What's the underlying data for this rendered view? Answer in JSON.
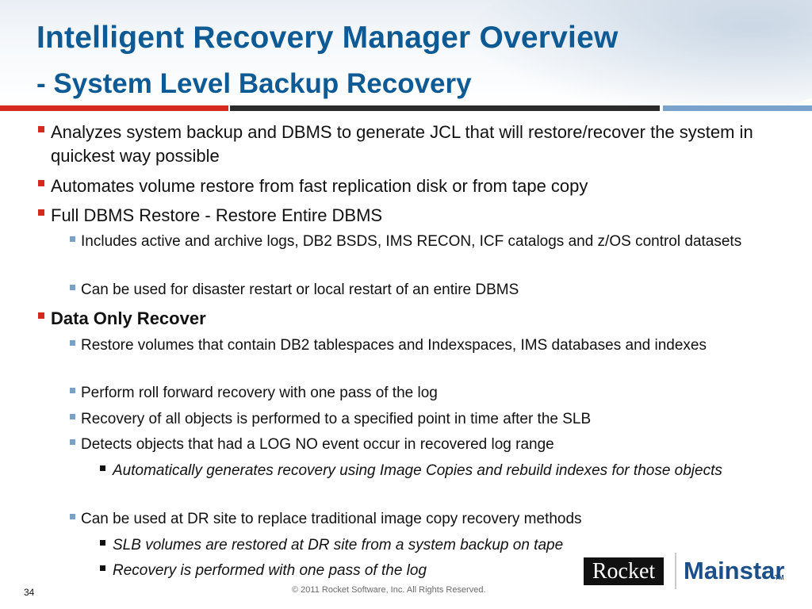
{
  "title": {
    "line1": "Intelligent Recovery Manager Overview",
    "line2": "- System Level Backup Recovery"
  },
  "bullets": [
    {
      "level": 1,
      "text": "Analyzes system backup and DBMS to generate JCL that will restore/recover the system in quickest way possible"
    },
    {
      "level": 1,
      "text": "Automates volume restore from fast replication disk or from tape copy"
    },
    {
      "level": 1,
      "text": "Full DBMS Restore - Restore Entire DBMS"
    },
    {
      "level": 2,
      "text": "Includes  active and archive logs, DB2 BSDS, IMS RECON, ICF catalogs and z/OS control datasets"
    },
    {
      "level": 2,
      "text": "Can be used for disaster restart or local restart of an entire DBMS"
    },
    {
      "level": 1,
      "text": "Data Only Recover",
      "bold": true
    },
    {
      "level": 2,
      "text": "Restore volumes that contain DB2 tablespaces and Indexspaces, IMS databases and indexes"
    },
    {
      "level": 2,
      "text": "Perform roll forward recovery with one pass of the log"
    },
    {
      "level": 2,
      "text": "Recovery of all objects is performed to a specified point in time after the SLB"
    },
    {
      "level": 2,
      "text": "Detects objects that had a LOG NO event occur in recovered log range"
    },
    {
      "level": 3,
      "text": "Automatically generates recovery using Image Copies and rebuild indexes for those objects"
    },
    {
      "level": 2,
      "text": "Can be used at DR site to replace traditional image copy recovery methods"
    },
    {
      "level": 3,
      "text": "SLB volumes are restored at DR site from a system backup on tape"
    },
    {
      "level": 3,
      "text": "Recovery is performed with one pass of the log"
    }
  ],
  "footer": {
    "slide_number": "34",
    "copyright": "© 2011 Rocket Software, Inc. All Rights Reserved."
  },
  "logos": {
    "rocket": "Rocket",
    "mainstar": "Mainstar",
    "tm": "TM"
  },
  "colors": {
    "title": "#0d5a95",
    "bullet_l1": "#d42a1e",
    "bullet_l2": "#7aa0c6",
    "bullet_l3": "#111111",
    "rule_red": "#d62a1f",
    "rule_dark": "#2b2b2b",
    "rule_blue": "#7aa3cc"
  }
}
